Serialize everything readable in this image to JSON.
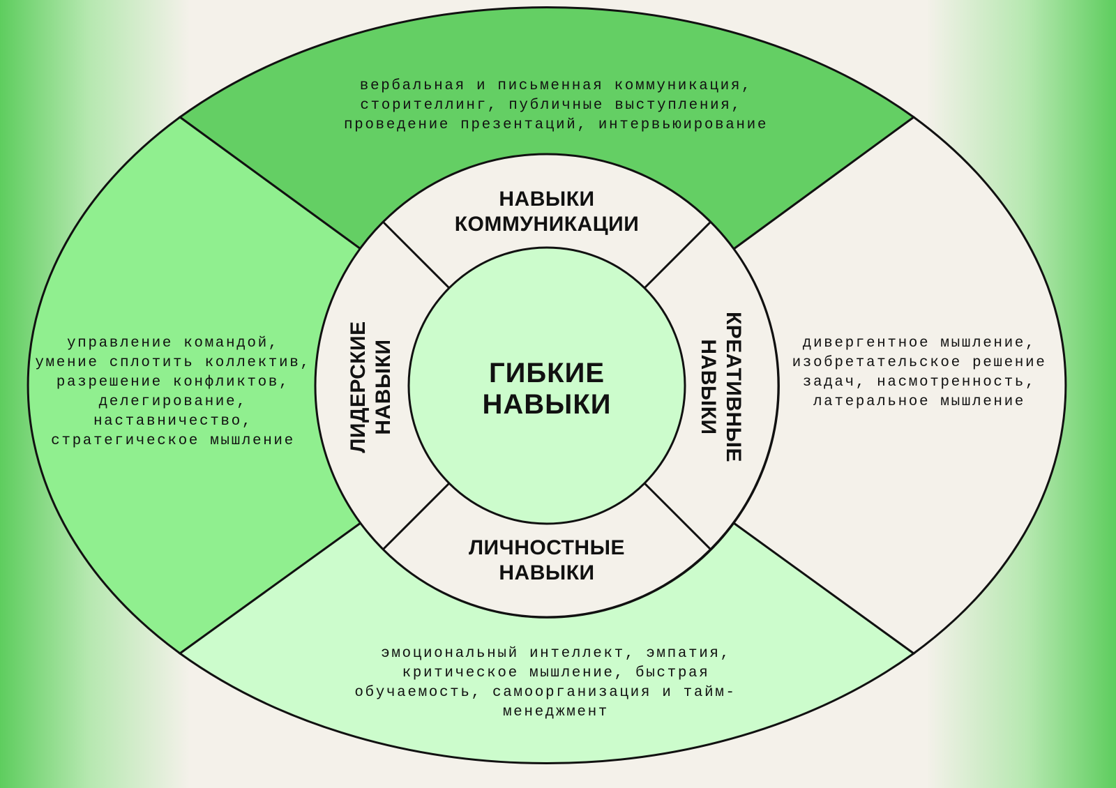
{
  "title": "ГИБКИЕ НАВЫКИ",
  "center": {
    "line1": "ГИБКИЕ",
    "line2": "НАВЫКИ"
  },
  "colors": {
    "top": "#64cf64",
    "left": "#90ef8f",
    "bottom": "#ccfccc",
    "right": "#f4f1ea",
    "ring": "#f4f1ea",
    "core": "#ccfccc"
  },
  "categories": {
    "communication": {
      "heading": [
        "НАВЫКИ",
        "КОММУНИКАЦИИ"
      ],
      "details": [
        "вербальная и письменная коммуникация,",
        "сторителлинг, публичные выступления,",
        "проведение презентаций, интервьюирование"
      ]
    },
    "leadership": {
      "heading": [
        "ЛИДЕРСКИЕ",
        "НАВЫКИ"
      ],
      "details": [
        "управление командой,",
        "умение сплотить коллектив,",
        "разрешение конфликтов,",
        "делегирование,",
        "наставничество,",
        "стратегическое мышление"
      ]
    },
    "creative": {
      "heading": [
        "КРЕАТИВНЫЕ",
        "НАВЫКИ"
      ],
      "details": [
        "дивергентное мышление,",
        "изобретательское решение",
        "задач, насмотренность,",
        "латеральное мышление"
      ]
    },
    "personal": {
      "heading": [
        "ЛИЧНОСТНЫЕ",
        "НАВЫКИ"
      ],
      "details": [
        "эмоциональный интеллект, эмпатия,",
        "критическое мышление, быстрая",
        "обучаемость, самоорганизация и тайм-",
        "менеджмент"
      ]
    }
  }
}
